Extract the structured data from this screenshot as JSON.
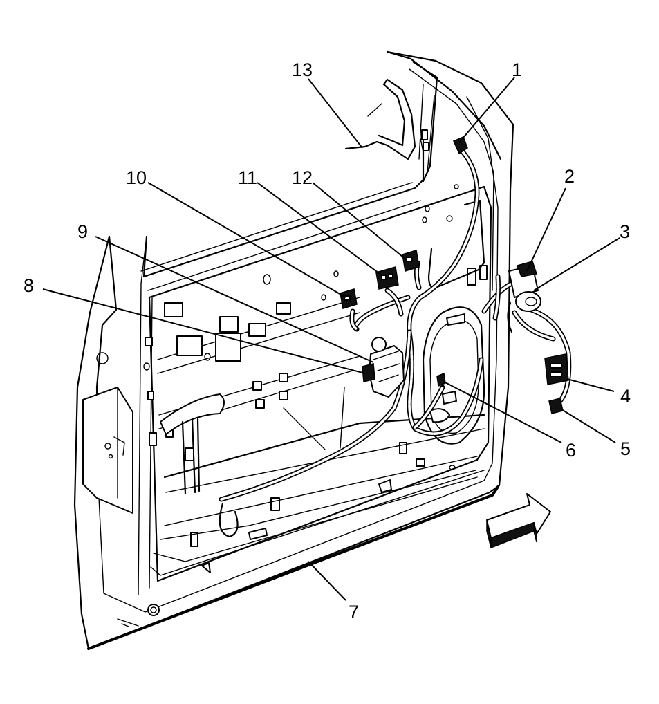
{
  "callouts": [
    {
      "id": 1,
      "label": "1"
    },
    {
      "id": 2,
      "label": "2"
    },
    {
      "id": 3,
      "label": "3"
    },
    {
      "id": 4,
      "label": "4"
    },
    {
      "id": 5,
      "label": "5"
    },
    {
      "id": 6,
      "label": "6"
    },
    {
      "id": 7,
      "label": "7"
    },
    {
      "id": 8,
      "label": "8"
    },
    {
      "id": 9,
      "label": "9"
    },
    {
      "id": 10,
      "label": "10"
    },
    {
      "id": 11,
      "label": "11"
    },
    {
      "id": 12,
      "label": "12"
    },
    {
      "id": 13,
      "label": "13"
    }
  ]
}
